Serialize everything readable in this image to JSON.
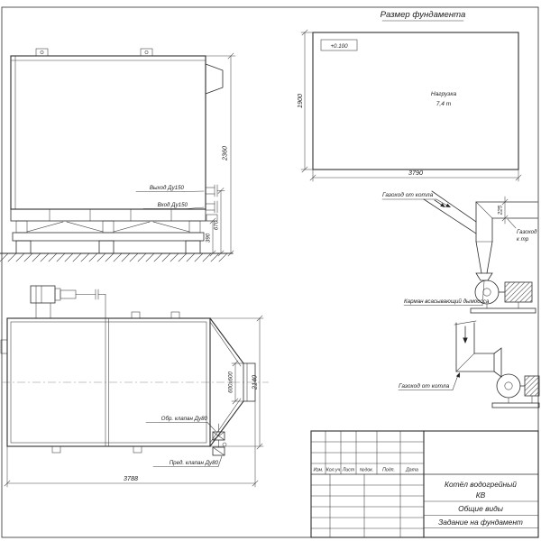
{
  "sheet": {
    "background": "#ffffff",
    "line_color": "#2d2d2d"
  },
  "foundation_plan": {
    "title": "Размер фундамента",
    "elevation_mark": "+0.100",
    "load_label_line1": "Нагрузка",
    "load_label_line2": "7,4 т",
    "dim_width": "3790",
    "dim_depth": "1900"
  },
  "boiler_side_view": {
    "outlet_label": "Выход Ду150",
    "inlet_label": "Вход Ду150",
    "dim_height": "2360",
    "dim_outlet_height": "670",
    "dim_frame_height": "390"
  },
  "boiler_top_view": {
    "check_valve_label": "Обр. клапан Ду80",
    "safety_valve_label": "Пред. клапан Ду80",
    "dim_length": "3788",
    "dim_width": "2140",
    "dim_flue_outlet": "600x600"
  },
  "flue_diagram_upper": {
    "duct_from_boiler_label": "Газоход от котла",
    "dim_duct_height": "225",
    "duct_to_stack_line1": "Газоход",
    "duct_to_stack_line2": "к тр",
    "suction_pocket_label": "Карман всасывающий дымососа"
  },
  "flue_diagram_lower": {
    "duct_from_boiler_label": "Газоход от котла"
  },
  "title_block": {
    "columns": [
      "Изм.",
      "Кол.уч",
      "Лист",
      "№док.",
      "Подп.",
      "Дата"
    ],
    "product_name_line1": "Котёл водогрейный",
    "product_name_line2": "КВ",
    "view_name": "Общие виды",
    "task_name": "Задание на фундамент"
  }
}
